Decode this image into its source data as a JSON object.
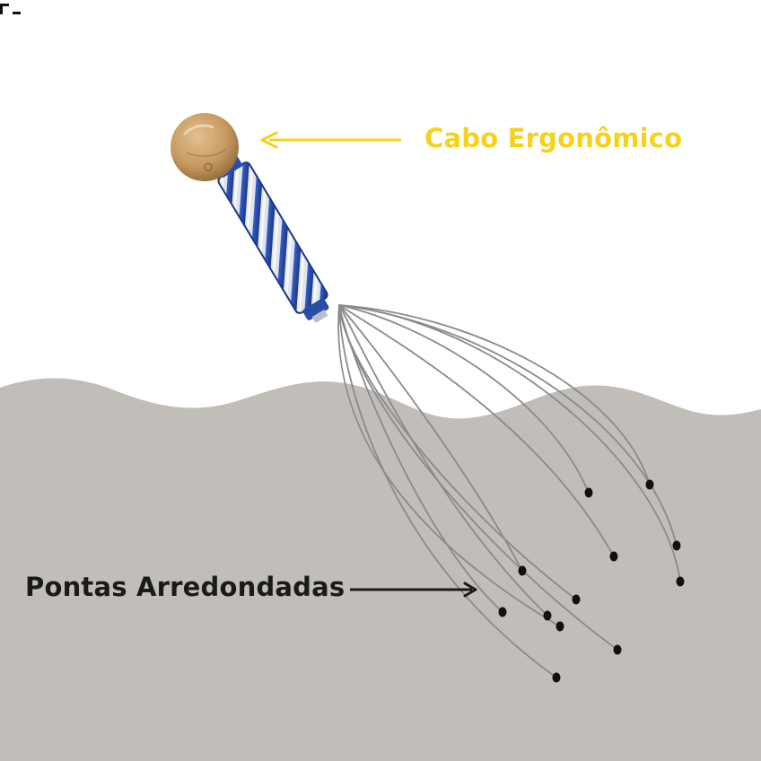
{
  "labels": {
    "handle": "Cabo Ergonômico",
    "tips": "Pontas Arredondadas"
  },
  "colors": {
    "background": "#ffffff",
    "wave_fill": "#c1beba",
    "handle_label": "#f5d21b",
    "tips_label": "#1a1a1a",
    "arrow_handle": "#f5d21b",
    "arrow_tips": "#1a1a1a",
    "wood_ball": "#c79a62",
    "handle_blue": "#2f55b8",
    "handle_silver": "#d8dde6",
    "wire": "#8a8a8a",
    "tip_bead": "#111111"
  },
  "product": {
    "name": "scalp-massager",
    "wire_count": 12
  }
}
